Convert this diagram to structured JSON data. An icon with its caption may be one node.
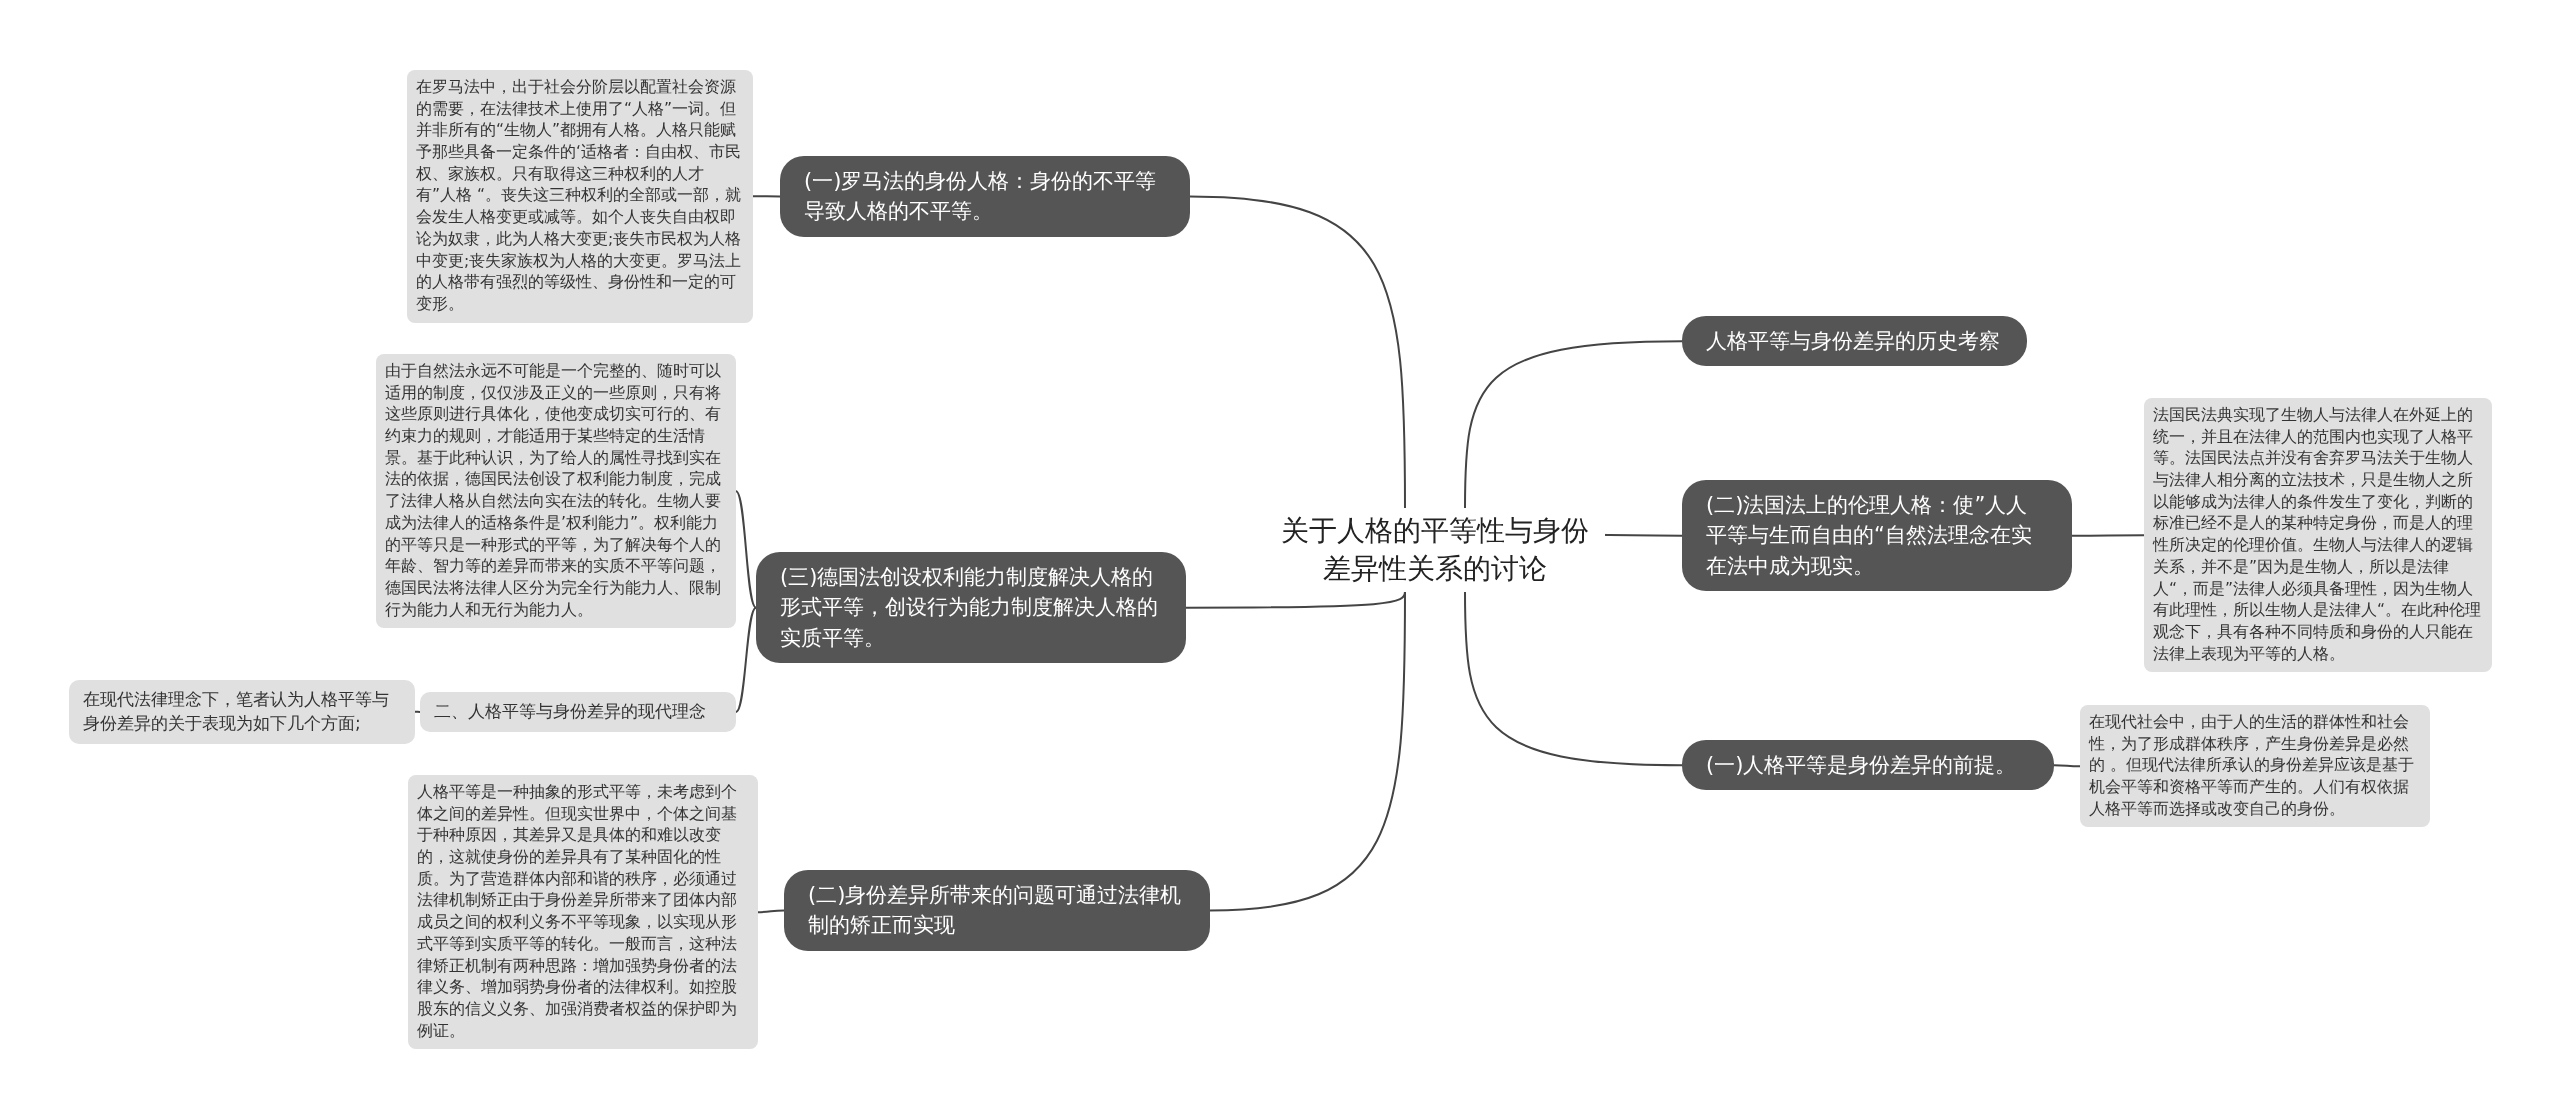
{
  "diagram": {
    "nodes": [
      {
        "text": [
          "关于人格的平等性与身份差异性关系的讨论"
        ]
      },
      {
        "text": [
          "(一)罗马法的身份人格：身份的不平等导致人格的不平等。"
        ]
      },
      {
        "text": [
          "在罗马法中，出于社会分阶层以配置社会资源的需要，在法律技术上使用了“人格”一词。但并非所有的“生物人”都拥有人格。人格只能赋予那些具备一定条件的‘适格者：自由权、市民权、家族权。只有取得这三种权利的人才有”人格 “。丧失这三种权利的全部或一部，就会发生人格变更或减等。如个人丧失自由权即论为奴隶，此为人格大变更;丧失市民权为人格中变更;丧失家族权为人格的大变更。罗马法上的人格带有强烈的等级性、身份性和一定的可变形。"
        ]
      },
      {
        "text": [
          "(三)德国法创设权利能力制度解决人格的形式平等，创设行为能力制度解决人格的实质平等。"
        ]
      },
      {
        "text": [
          "由于自然法永远不可能是一个完整的、随时可以适用的制度，仅仅涉及正义的一些原则，只有将这些原则进行具体化，使他变成切实可行的、有约束力的规则，才能适用于某些特定的生活情景。基于此种认识，为了给人的属性寻找到实在法的依据，德国民法创设了权利能力制度，完成了法律人格从自然法向实在法的转化。生物人要成为法律人的适格条件是’权利能力”。权利能力的平等只是一种形式的平等，为了解决每个人的年龄、智力等的差异而带来的实质不平等问题，德国民法将法律人区分为完全行为能力人、限制行为能力人和无行为能力人。"
        ]
      },
      {
        "text": [
          "二、人格平等与身份差异的现代理念"
        ]
      },
      {
        "text": [
          "在现代法律理念下，笔者认为人格平等与身份差异的关于表现为如下几个方面;"
        ]
      },
      {
        "text": [
          "(二)身份差异所带来的问题可通过法律机制的矫正而实现"
        ]
      },
      {
        "text": [
          "人格平等是一种抽象的形式平等，未考虑到个体之间的差异性。但现实世界中，个体之间基于种种原因，其差异又是具体的和难以改变的，这就使身份的差异具有了某种固化的性质。为了营造群体内部和谐的秩序，必须通过法律机制矫正由于身份差异所带来了团体内部成员之间的权利义务不平等现象，以实现从形式平等到实质平等的转化。一般而言，这种法律矫正机制有两种思路：增加强势身份者的法律义务、增加弱势身份者的法律权利。如控股股东的信义义务、加强消费者权益的保护即为例证。"
        ]
      },
      {
        "text": [
          "人格平等与身份差异的历史考察"
        ]
      },
      {
        "text": [
          "(二)法国法上的伦理人格：使”人人平等与生而自由的“自然法理念在实在法中成为现实。"
        ]
      },
      {
        "text": [
          "法国民法典实现了生物人与法律人在外延上的统一，并且在法律人的范围内也实现了人格平等。法国民法点并没有舍弃罗马法关于生物人与法律人相分离的立法技术，只是生物人之所以能够成为法律人的条件发生了变化，判断的标准已经不是人的某种特定身份，而是人的理性所决定的伦理价值。生物人与法律人的逻辑关系，并不是”因为是生物人，所以是法律人“，而是”法律人必须具备理性，因为生物人有此理性，所以生物人是法律人“。在此种伦理观念下，具有各种不同特质和身份的人只能在法律上表现为平等的人格。"
        ]
      },
      {
        "text": [
          "(一)人格平等是身份差异的前提。"
        ]
      },
      {
        "text": [
          "在现代社会中，由于人的生活的群体性和社会性，为了形成群体秩序，产生身份差异是必然的 。但现代法律所承认的身份差异应该是基于机会平等和资格平等而产生的。人们有权依据人格平等而选择或改变自己的身份。"
        ]
      }
    ],
    "edges": [
      {
        "from": 0,
        "to": 1,
        "arrow": "none"
      },
      {
        "from": 0,
        "to": 3,
        "arrow": "none"
      },
      {
        "from": 0,
        "to": 7,
        "arrow": "none"
      },
      {
        "from": 0,
        "to": 9,
        "arrow": "none"
      },
      {
        "from": 0,
        "to": 10,
        "arrow": "none"
      },
      {
        "from": 0,
        "to": 12,
        "arrow": "none"
      },
      {
        "from": 1,
        "to": 2,
        "arrow": "none"
      },
      {
        "from": 3,
        "to": 4,
        "arrow": "none"
      },
      {
        "from": 3,
        "to": 5,
        "arrow": "none"
      },
      {
        "from": 5,
        "to": 6,
        "arrow": "none"
      },
      {
        "from": 7,
        "to": 8,
        "arrow": "none"
      },
      {
        "from": 10,
        "to": 11,
        "arrow": "none"
      },
      {
        "from": 12,
        "to": 13,
        "arrow": "none"
      }
    ]
  }
}
